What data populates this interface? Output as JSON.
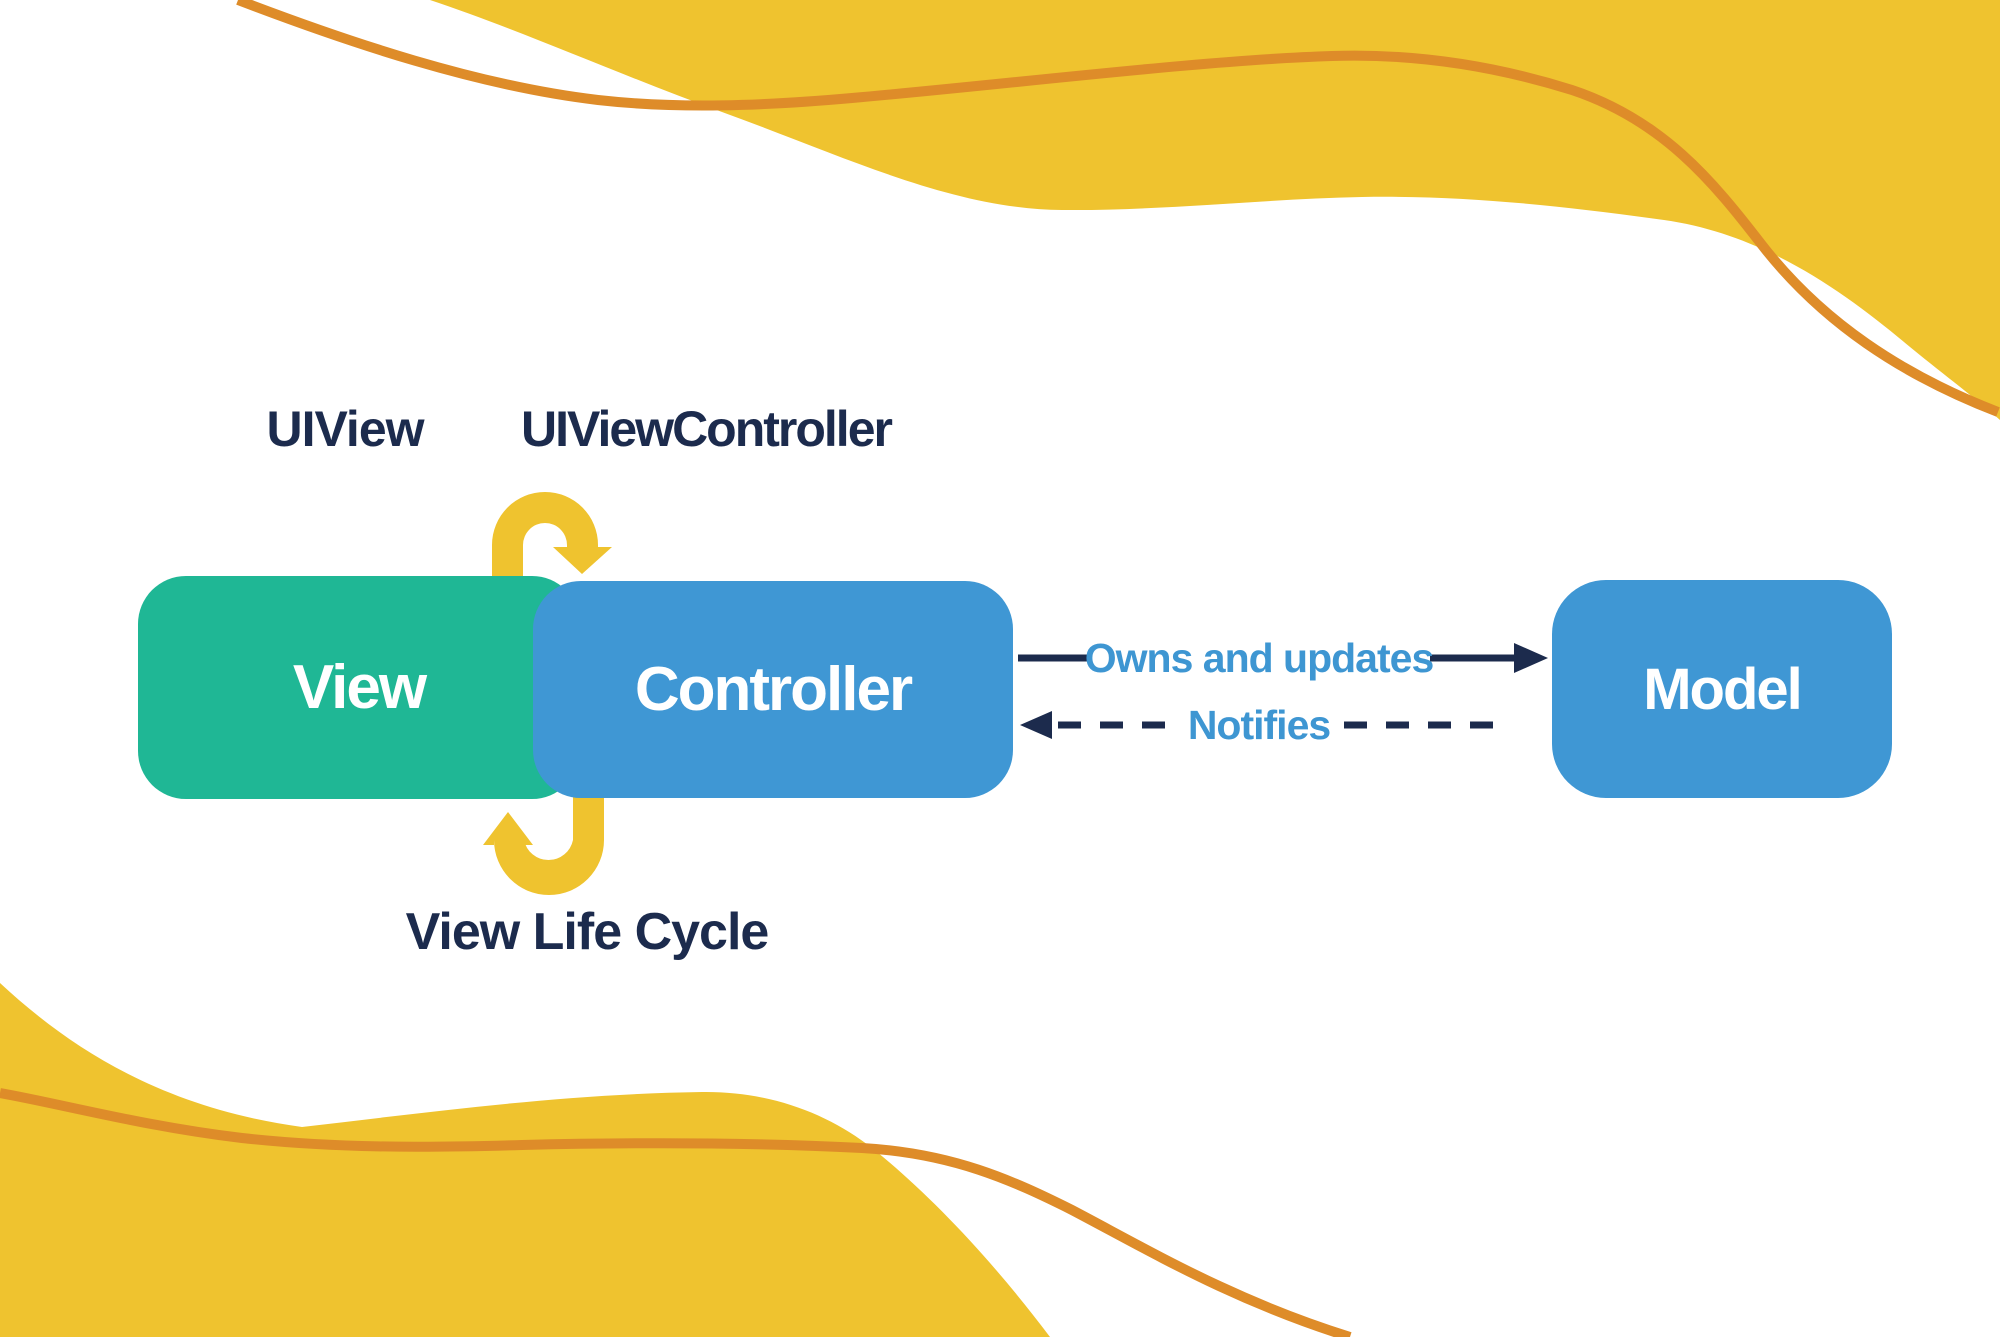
{
  "title": "MVC View Life Cycle diagram",
  "colors": {
    "yellow": "#EFC32F",
    "orange": "#DE8C29",
    "green": "#1FB795",
    "blue": "#3F97D4",
    "navy": "#1C2B4D",
    "label_blue": "#3E96D2"
  },
  "labels": {
    "uiview": "UIView",
    "uiviewcontroller": "UIViewController",
    "view_life_cycle": "View Life Cycle"
  },
  "nodes": {
    "view": "View",
    "controller": "Controller",
    "model": "Model"
  },
  "relations": {
    "owns_and_updates": "Owns and updates",
    "notifies": "Notifies"
  }
}
